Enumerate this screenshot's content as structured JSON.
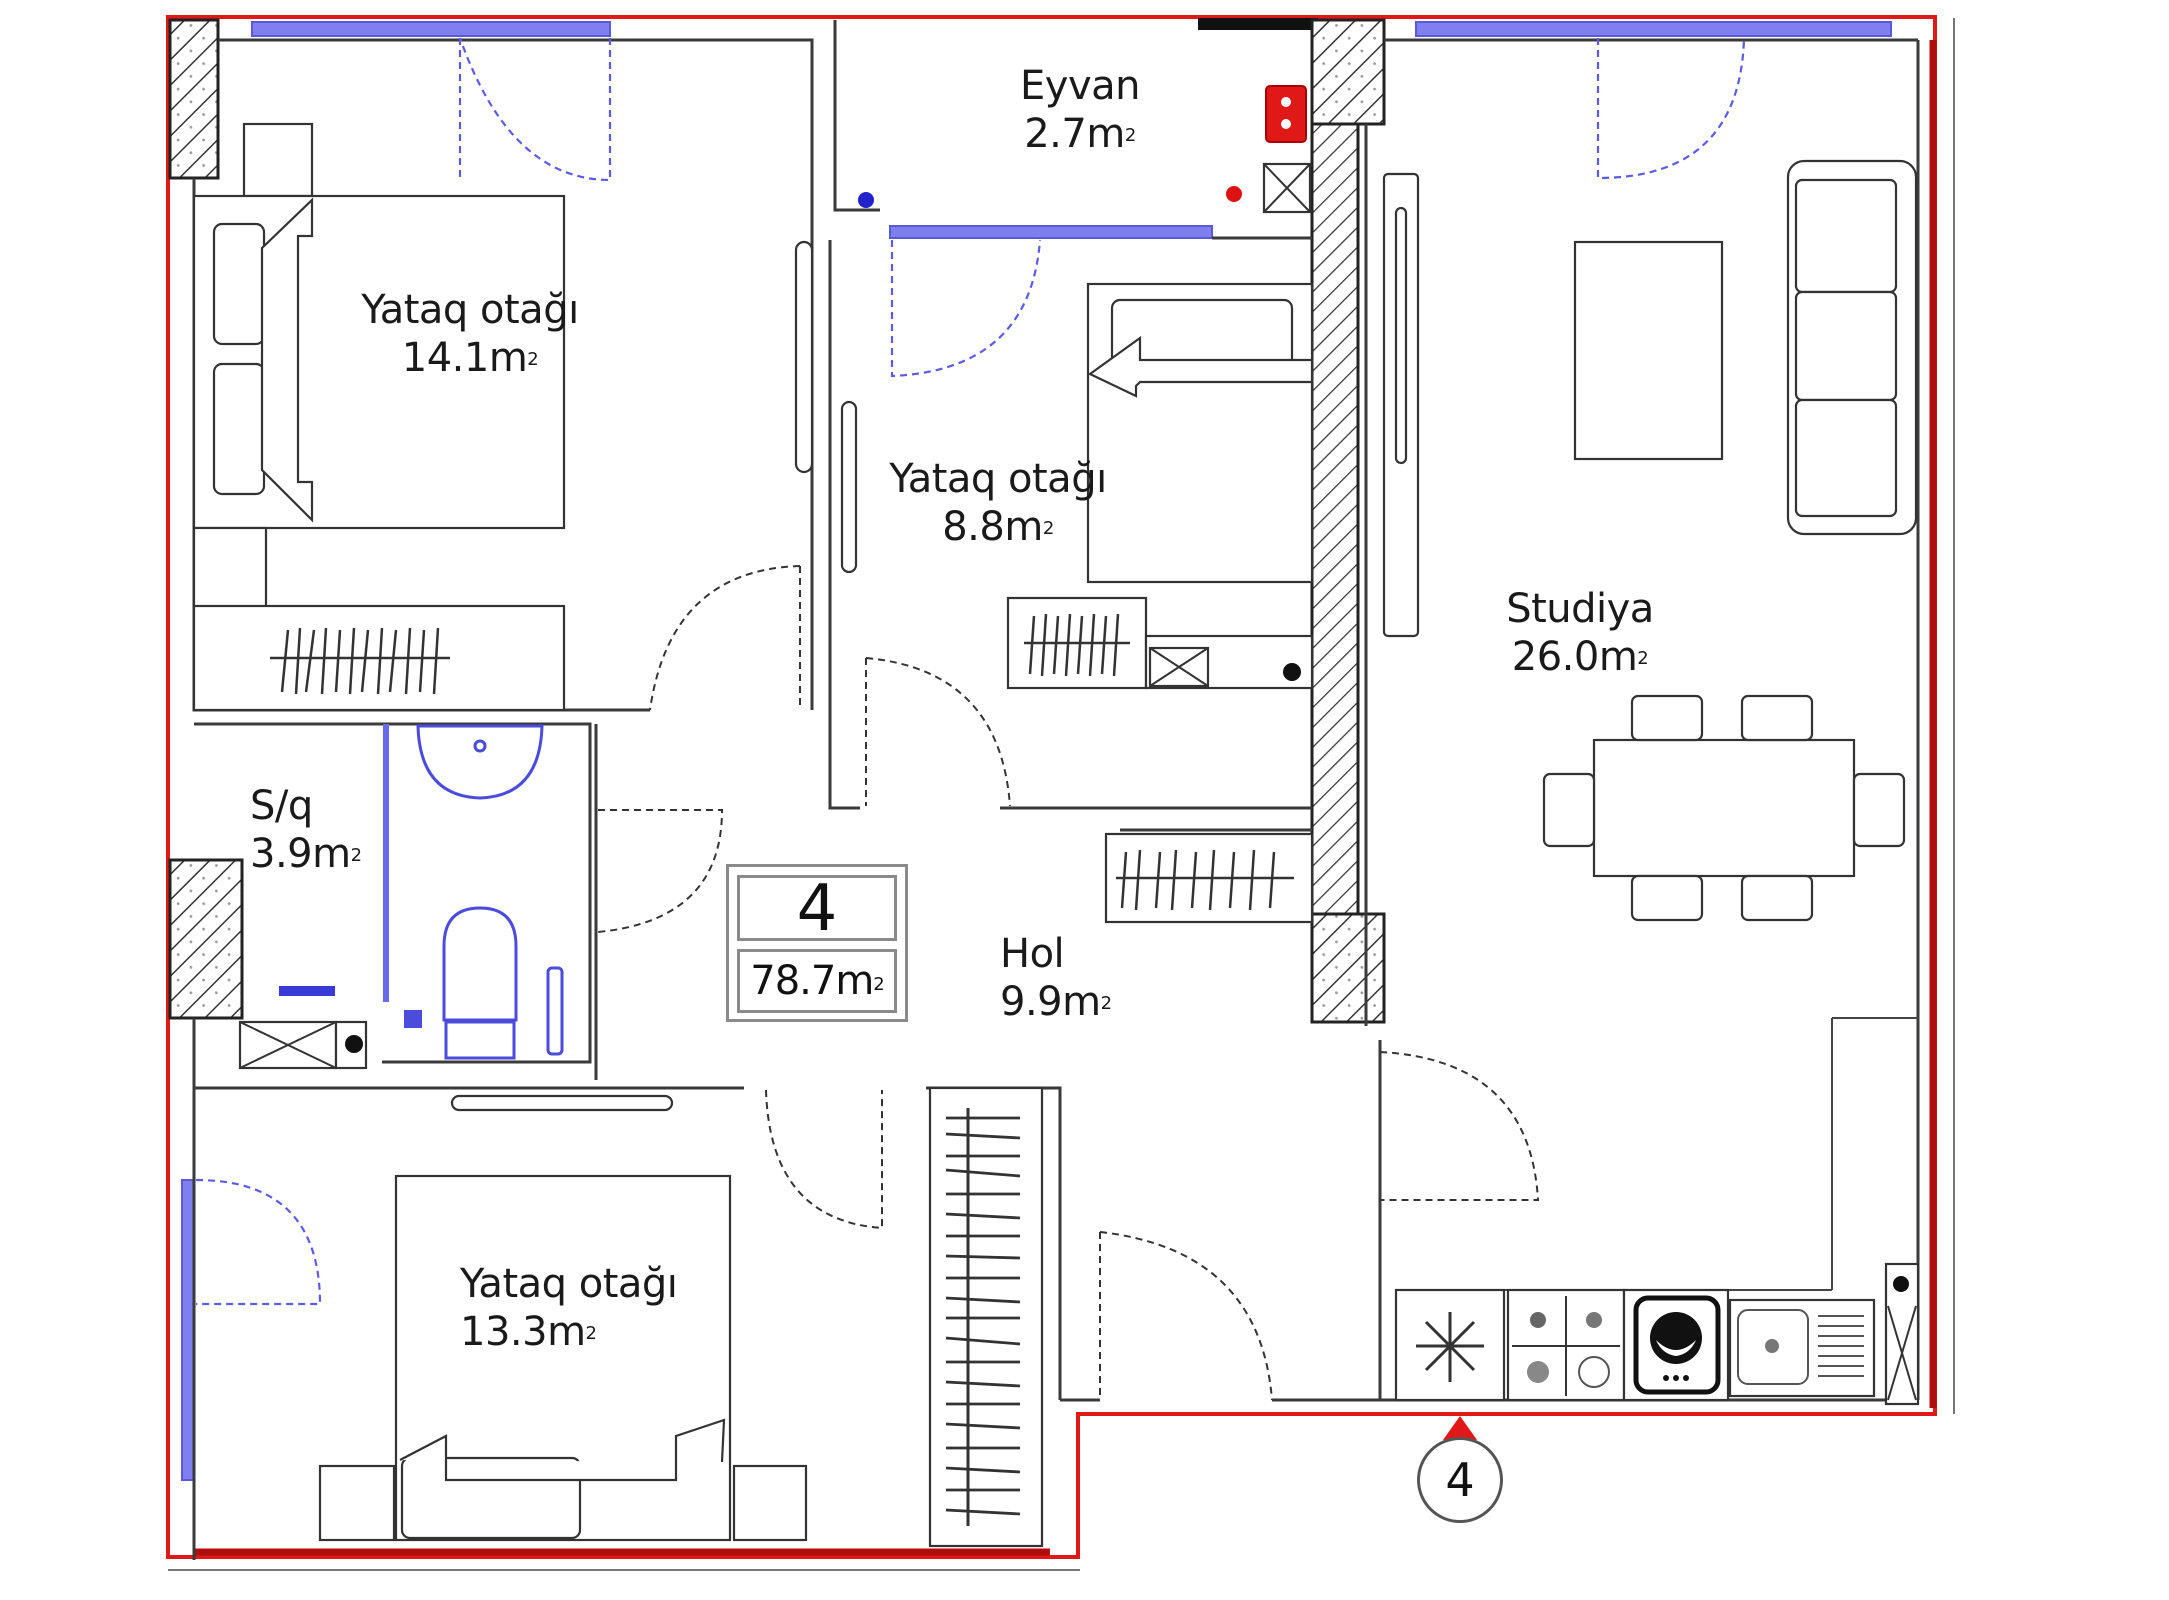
{
  "plan": {
    "unit_number": "4",
    "total_area": "78.7",
    "area_unit": "m",
    "area_superscript": "2",
    "section_marker": "4",
    "colors": {
      "outline": "#e01818",
      "window": "#7f7ff0",
      "plumbing": "#4b4bdc",
      "wall": "#3a3a3a",
      "riser": "#e01818"
    }
  },
  "rooms": [
    {
      "id": "bedroom-1",
      "name": "Yataq otağı",
      "area": "14.1"
    },
    {
      "id": "balcony",
      "name": "Eyvan",
      "area": "2.7"
    },
    {
      "id": "bedroom-2",
      "name": "Yataq otağı",
      "area": "8.8"
    },
    {
      "id": "studio",
      "name": "Studiya",
      "area": "26.0"
    },
    {
      "id": "bathroom",
      "name": "S/q",
      "area": "3.9"
    },
    {
      "id": "hall",
      "name": "Hol",
      "area": "9.9"
    },
    {
      "id": "bedroom-3",
      "name": "Yataq otağı",
      "area": "13.3"
    }
  ],
  "icons": {
    "fridge": "snowflake-icon",
    "stove": "cooktop-icon",
    "washer": "washing-machine-icon",
    "sink": "sink-icon"
  }
}
